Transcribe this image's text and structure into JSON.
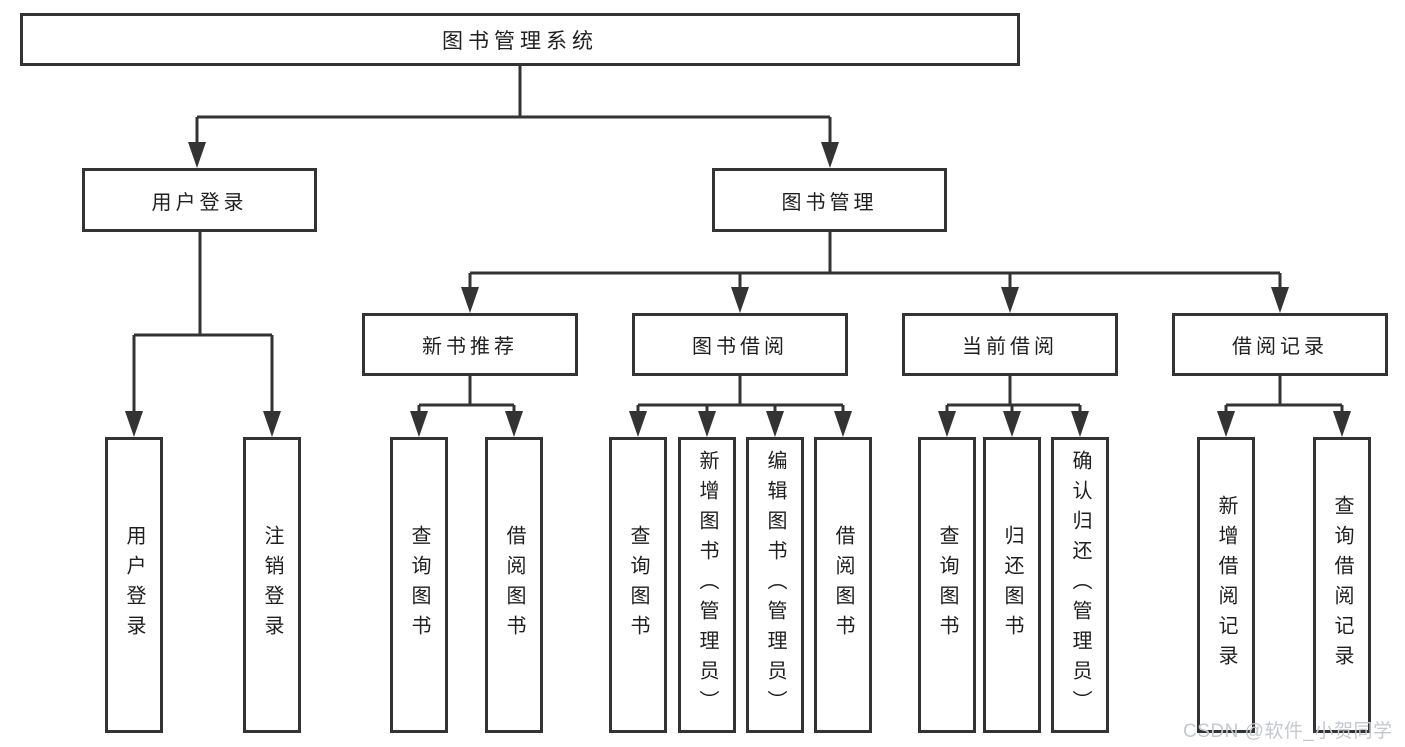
{
  "diagram": {
    "root": {
      "label": "图书管理系统"
    },
    "level2": [
      {
        "label": "用户登录"
      },
      {
        "label": "图书管理"
      }
    ],
    "level3": [
      {
        "label": "新书推荐",
        "parent": "图书管理"
      },
      {
        "label": "图书借阅",
        "parent": "图书管理"
      },
      {
        "label": "当前借阅",
        "parent": "图书管理"
      },
      {
        "label": "借阅记录",
        "parent": "图书管理"
      }
    ],
    "leaves": [
      {
        "label": "用户登录",
        "parent": "用户登录"
      },
      {
        "label": "注销登录",
        "parent": "用户登录"
      },
      {
        "label": "查询图书",
        "parent": "新书推荐"
      },
      {
        "label": "借阅图书",
        "parent": "新书推荐"
      },
      {
        "label": "查询图书",
        "parent": "图书借阅"
      },
      {
        "label": "新增图书（管理员）",
        "parent": "图书借阅"
      },
      {
        "label": "编辑图书（管理员）",
        "parent": "图书借阅"
      },
      {
        "label": "借阅图书",
        "parent": "图书借阅"
      },
      {
        "label": "查询图书",
        "parent": "当前借阅"
      },
      {
        "label": "归还图书",
        "parent": "当前借阅"
      },
      {
        "label": "确认归还（管理员）",
        "parent": "当前借阅"
      },
      {
        "label": "新增借阅记录",
        "parent": "借阅记录"
      },
      {
        "label": "查询借阅记录",
        "parent": "借阅记录"
      }
    ]
  },
  "watermark": {
    "text": "CSDN @软件_小贺同学"
  },
  "colors": {
    "line": "#333333",
    "text": "#1f1f1f",
    "watermark": "#c5c8ce",
    "background": "#ffffff"
  }
}
